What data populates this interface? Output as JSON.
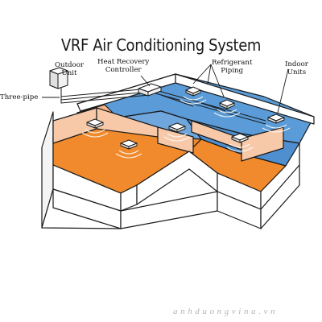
{
  "title": "VRF Air Conditioning System",
  "labels": {
    "outdoor_unit": [
      "Outdoor",
      "Unit"
    ],
    "three_pipe": "Three-pipe",
    "heat_recovery_controller": [
      "Heat Recovery",
      "Controller"
    ],
    "refrigerant_piping": [
      "Refrigerant",
      "Piping"
    ],
    "indoor_units": [
      "Indoor",
      "Units"
    ]
  },
  "watermark": "anhduongvina.vn",
  "colors": {
    "cooling_zone": "#4f94d4",
    "cooling_zone_light": "#7fb2e3",
    "heating_zone": "#f08a2c",
    "heating_wall": "#f7c9a8",
    "outline": "#1a1a1a"
  }
}
